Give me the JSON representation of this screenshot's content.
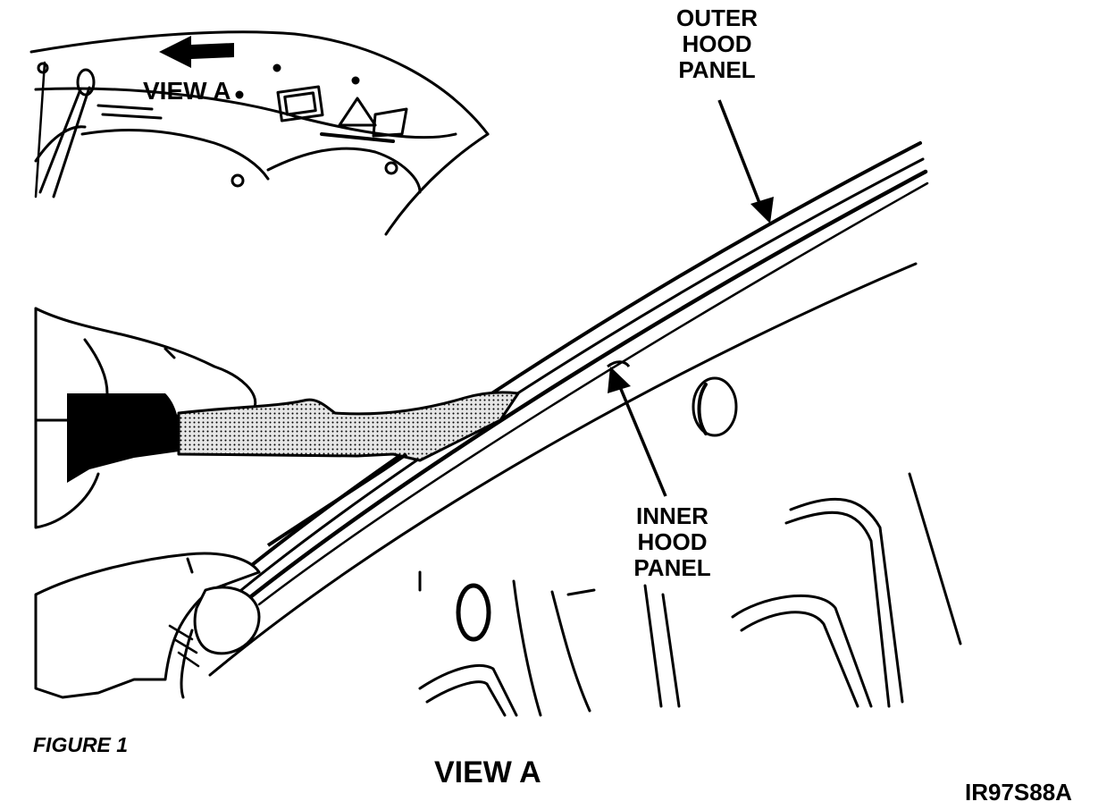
{
  "figure_label": "FIGURE 1",
  "view_title": "VIEW A",
  "inset_label": "VIEW A",
  "figure_id": "IR97S88A",
  "callouts": {
    "outer": [
      "OUTER",
      "HOOD",
      "PANEL"
    ],
    "inner": [
      "INNER",
      "HOOD",
      "PANEL"
    ]
  },
  "colors": {
    "ink": "#000000",
    "paper": "#ffffff",
    "tape_fill": "#d9d9d9"
  }
}
